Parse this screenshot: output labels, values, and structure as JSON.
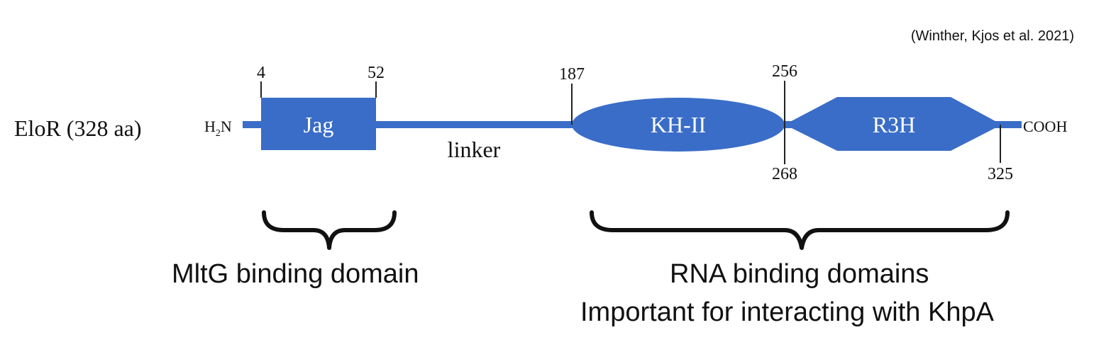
{
  "citation": "(Winther, Kjos et al. 2021)",
  "protein": {
    "name": "EloR (328 aa)",
    "n_terminus": {
      "prefix": "H",
      "subscript": "2",
      "suffix": "N"
    },
    "c_terminus": "COOH"
  },
  "domains": {
    "jag": {
      "label": "Jag",
      "start": "4",
      "end": "52"
    },
    "linker": {
      "label": "linker"
    },
    "kh": {
      "label": "KH-II",
      "start": "187",
      "end": "256"
    },
    "r3h": {
      "label": "R3H",
      "start": "268",
      "end": "325"
    }
  },
  "annotations": {
    "mltg": "MltG binding domain",
    "rna_line1": "RNA binding domains",
    "rna_line2": "Important for interacting with KhpA"
  },
  "colors": {
    "domain": "#3a6dc8",
    "text": "#111111"
  }
}
